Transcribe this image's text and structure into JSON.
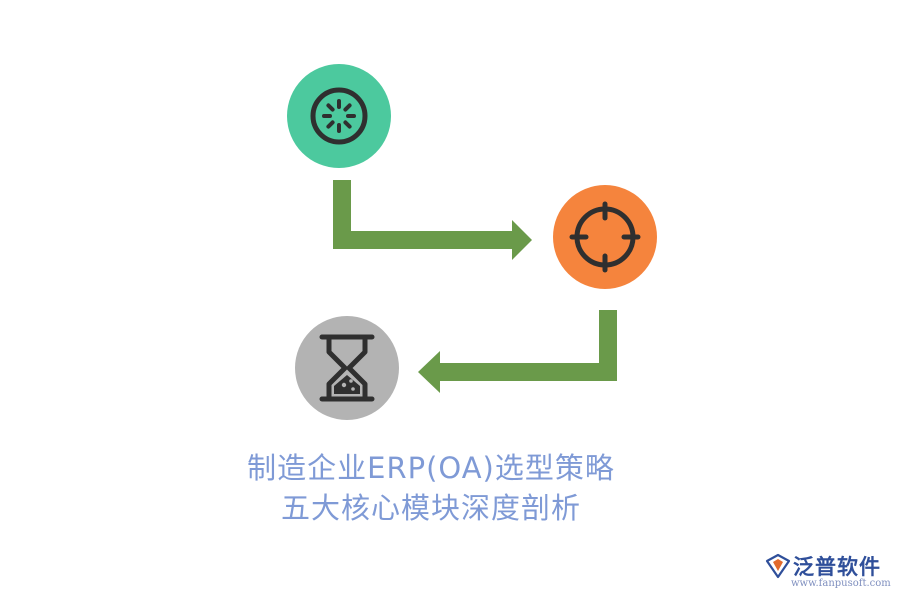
{
  "caption": {
    "line1": "制造企业ERP(OA)选型策略",
    "line2": "五大核心模块深度剖析"
  },
  "logo": {
    "name": "泛普软件",
    "url": "www.fanpusoft.com"
  },
  "icons": {
    "step1": "loading-spinner-icon",
    "step2": "crosshair-target-icon",
    "step3": "hourglass-icon"
  },
  "colors": {
    "step1_fill": "#4cc99e",
    "step2_fill": "#f5843d",
    "step3_fill": "#b3b3b3",
    "arrow": "#6a9a4a",
    "icon_stroke": "#2f2f2f",
    "caption_text": "#7f9ad6",
    "logo_text": "#2f4f9a"
  }
}
